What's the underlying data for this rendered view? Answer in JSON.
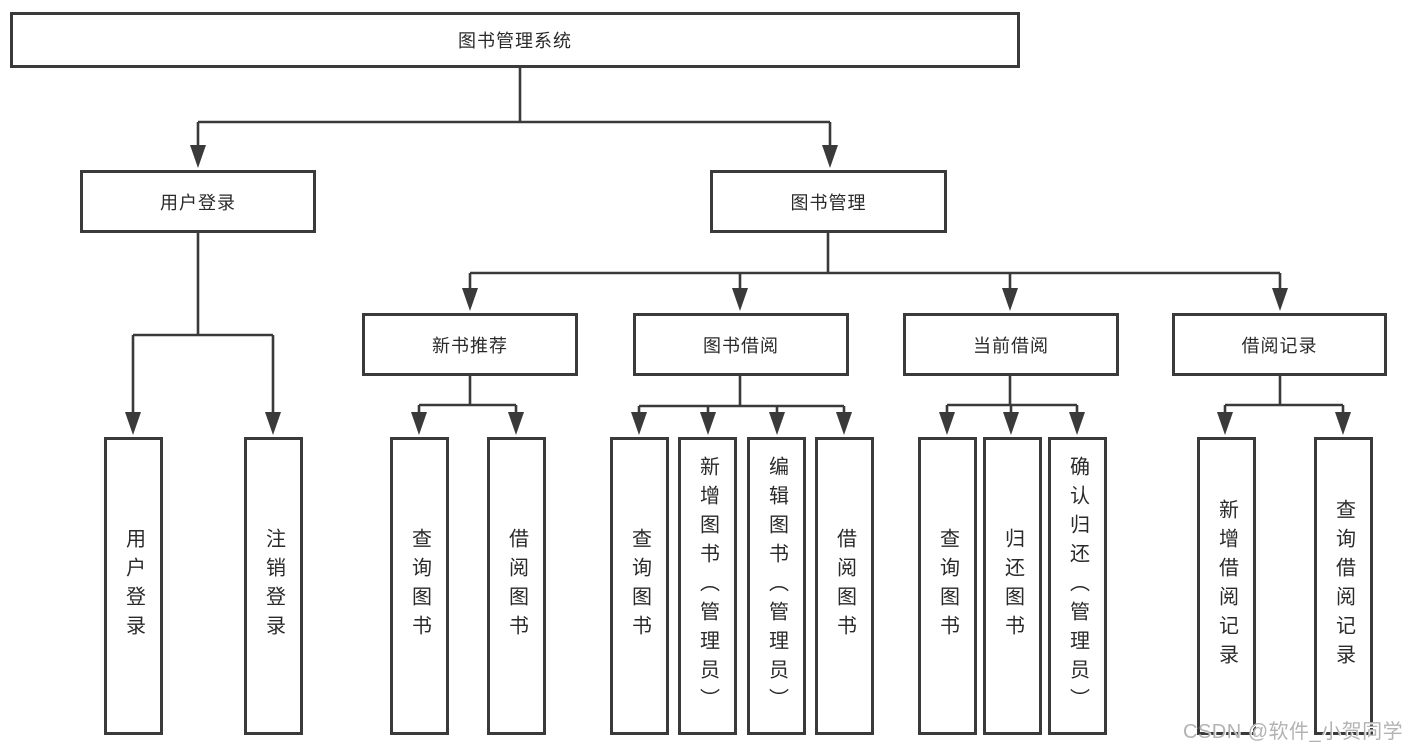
{
  "title": "图书管理系统",
  "level2": {
    "user_login": "用户登录",
    "book_mgmt": "图书管理"
  },
  "level3": [
    "新书推荐",
    "图书借阅",
    "当前借阅",
    "借阅记录"
  ],
  "leaves": {
    "user_login": [
      "用户登录",
      "注销登录"
    ],
    "new_book": [
      "查询图书",
      "借阅图书"
    ],
    "book_borrow": [
      "查询图书",
      "新增图书（管理员）",
      "编辑图书（管理员）",
      "借阅图书"
    ],
    "current_borrow": [
      "查询图书",
      "归还图书",
      "确认归还（管理员）"
    ],
    "borrow_records": [
      "新增借阅记录",
      "查询借阅记录"
    ]
  },
  "watermark": "CSDN @软件_小贺同学",
  "colors": {
    "line": "#3a3a3a",
    "text": "#2a2a2a",
    "watermark": "#b3b3b3",
    "background": "#ffffff"
  }
}
